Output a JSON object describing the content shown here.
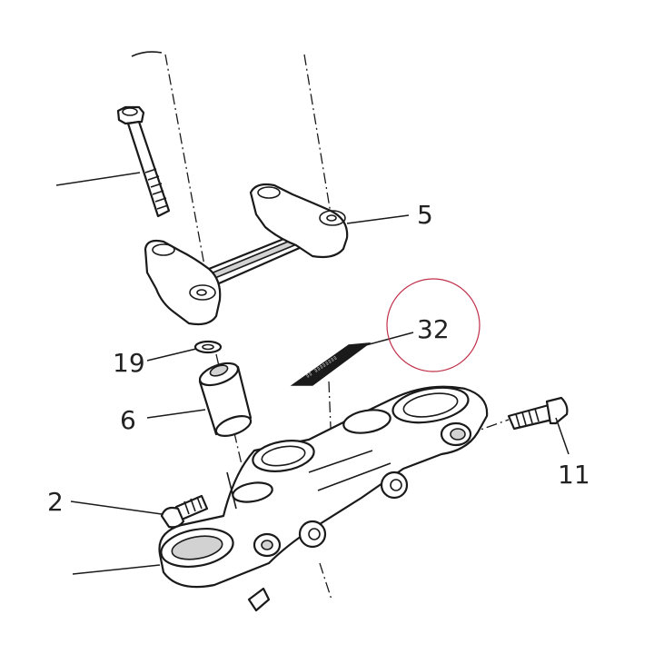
{
  "callouts": [
    {
      "id": "bolt-top",
      "label": ""
    },
    {
      "id": "upper-clamp",
      "label": "5"
    },
    {
      "id": "decal",
      "label": "32"
    },
    {
      "id": "washer",
      "label": "19"
    },
    {
      "id": "bushing",
      "label": "6"
    },
    {
      "id": "side-bolt-right",
      "label": "11"
    },
    {
      "id": "side-bolt-left",
      "label": "2"
    },
    {
      "id": "yoke",
      "label": ""
    }
  ],
  "highlight_color": "#c0304a",
  "decal_text": "▯▯ ▯▯▯▯▯▯▯▯"
}
